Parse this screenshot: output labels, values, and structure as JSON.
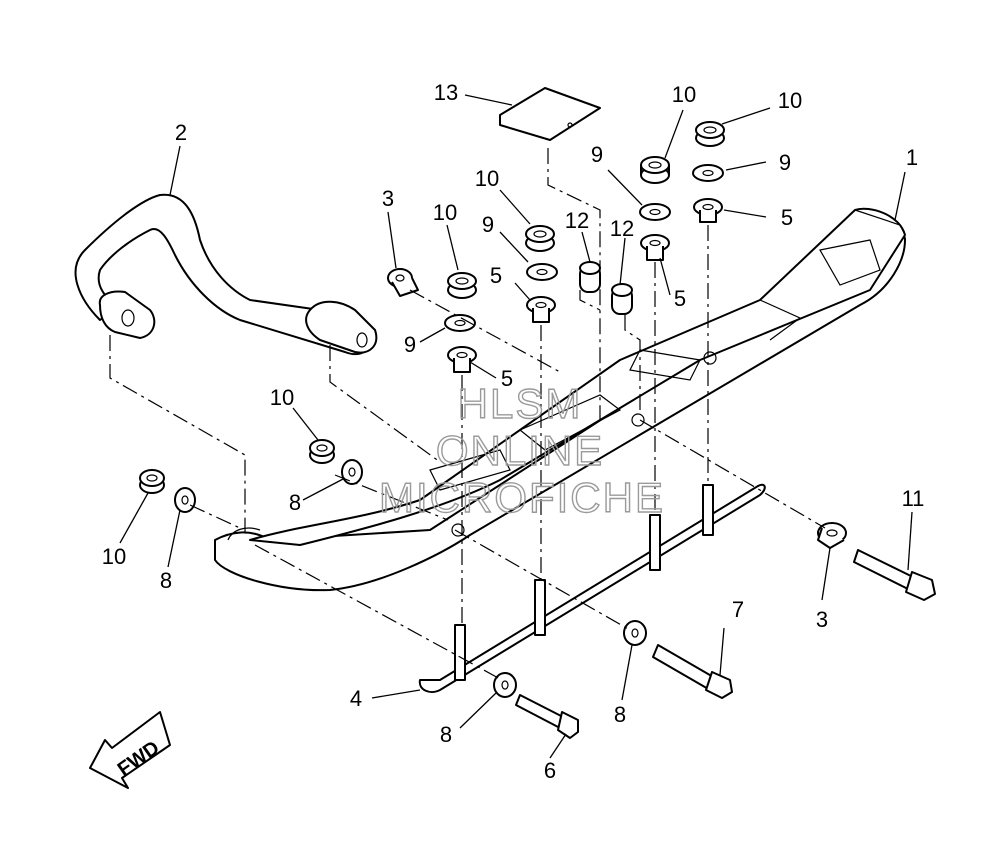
{
  "diagram": {
    "callouts": [
      "1",
      "2",
      "3",
      "3",
      "4",
      "5",
      "5",
      "5",
      "5",
      "6",
      "7",
      "8",
      "8",
      "8",
      "8",
      "9",
      "9",
      "9",
      "9",
      "10",
      "10",
      "10",
      "10",
      "10",
      "10",
      "11",
      "12",
      "12",
      "13"
    ],
    "direction_label": "FWD",
    "watermark": [
      "HLSM",
      "ONLINE",
      "MICROFICHE"
    ]
  }
}
